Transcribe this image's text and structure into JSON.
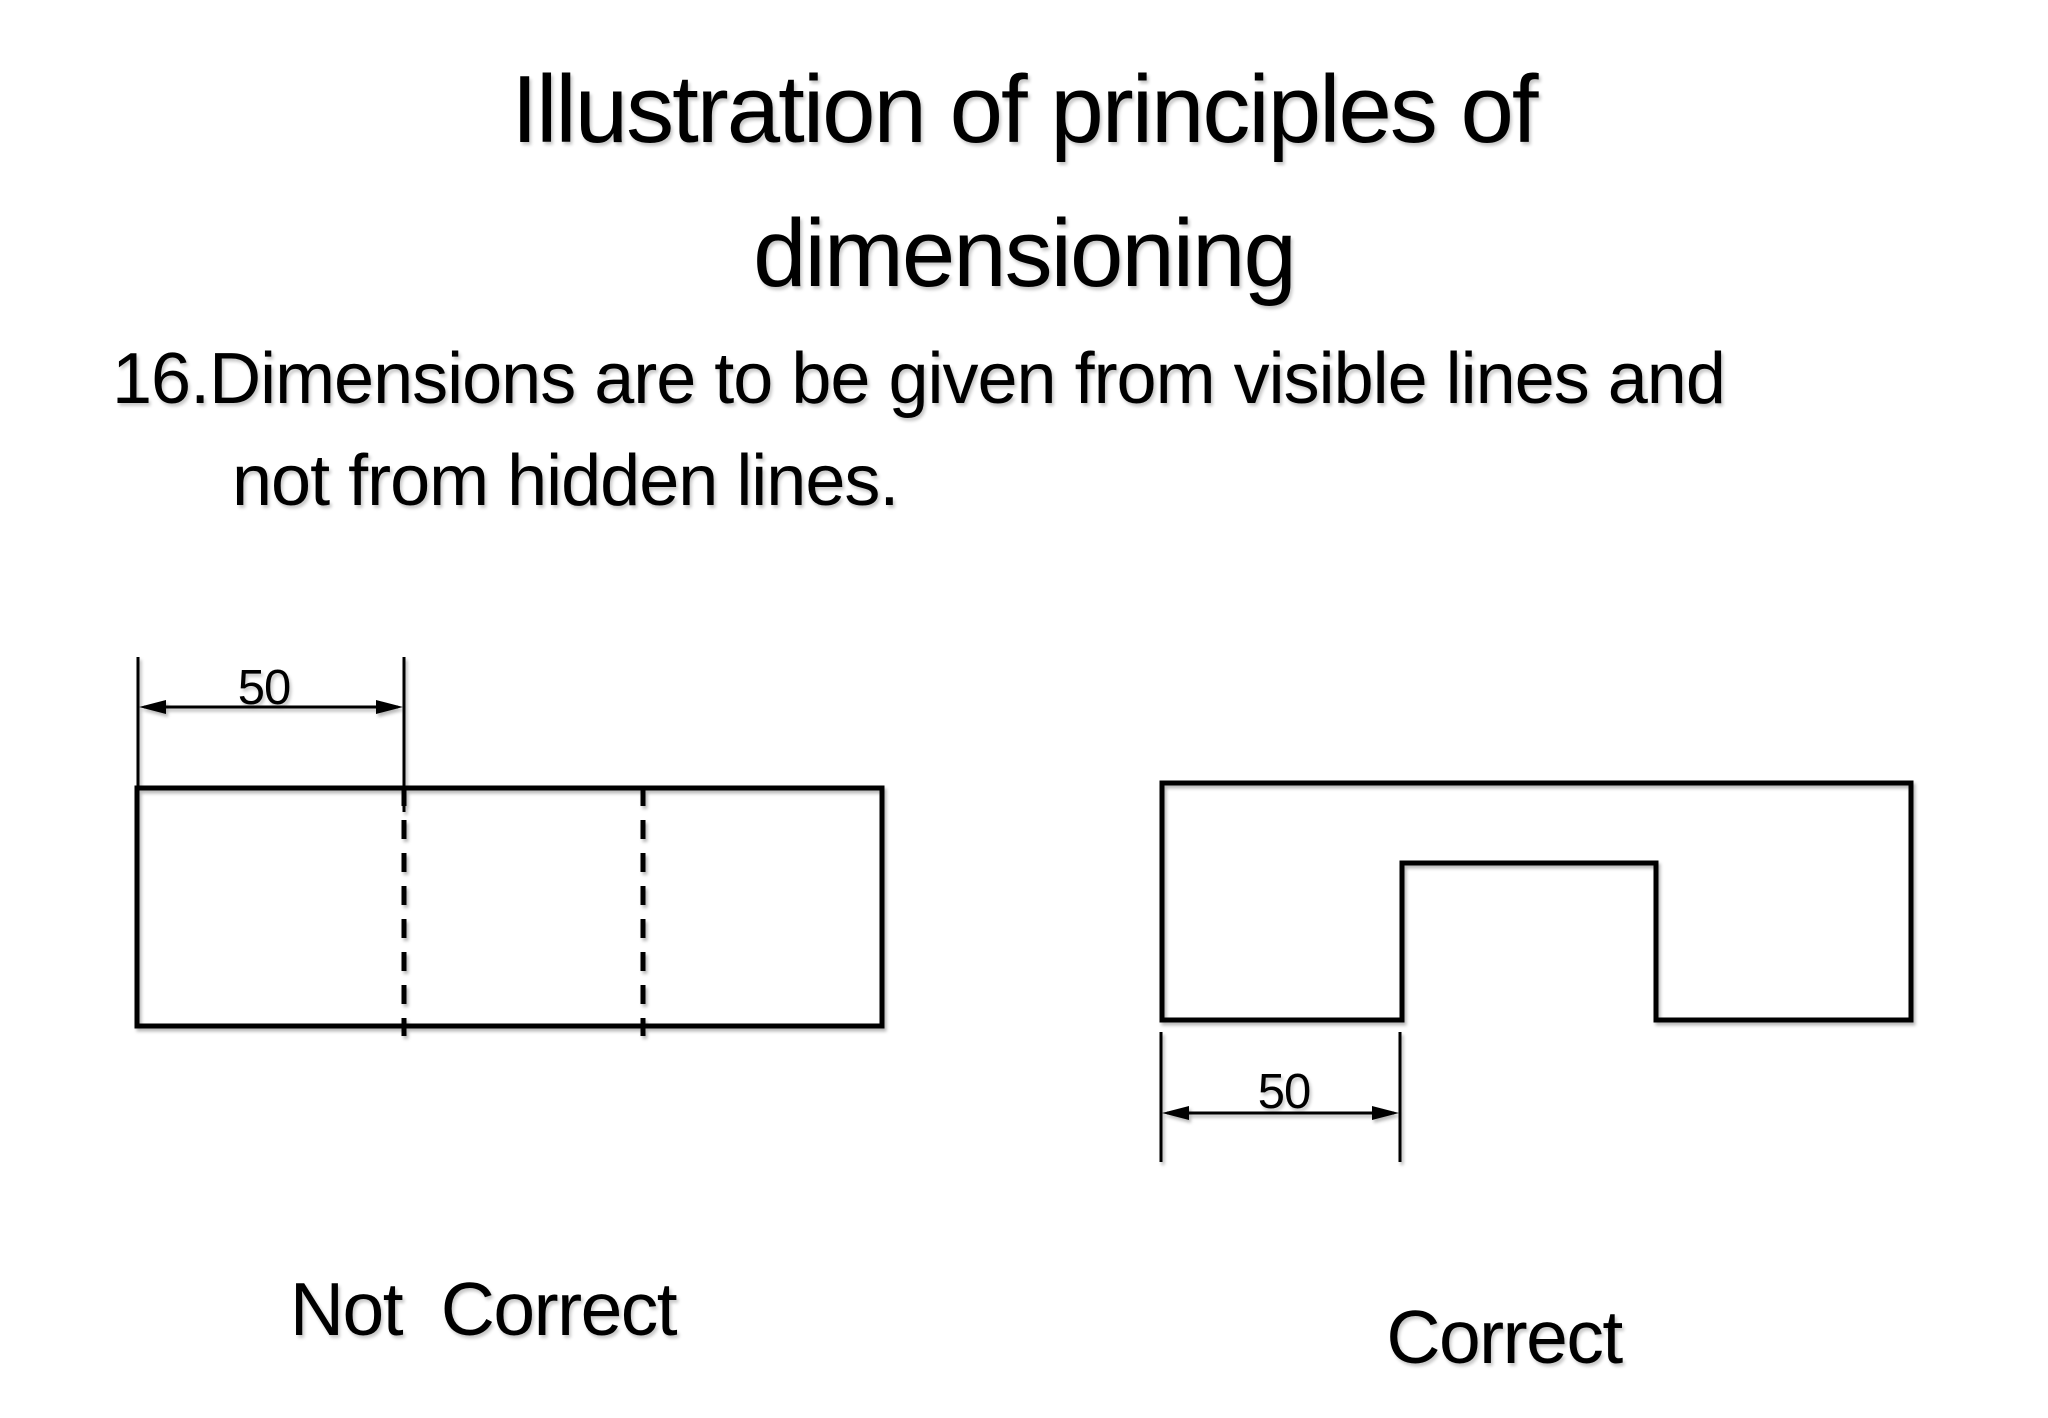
{
  "colors": {
    "background": "#ffffff",
    "ink": "#000000"
  },
  "title": {
    "line1": "Illustration of principles of",
    "line2": "dimensioning"
  },
  "body": {
    "line1": "16.Dimensions are to be given from visible lines and",
    "line2": "not from hidden lines."
  },
  "figures": {
    "not_correct": {
      "dimension_label": "50",
      "caption": "Not  Correct"
    },
    "correct": {
      "dimension_label": "50",
      "caption": "Correct"
    }
  }
}
